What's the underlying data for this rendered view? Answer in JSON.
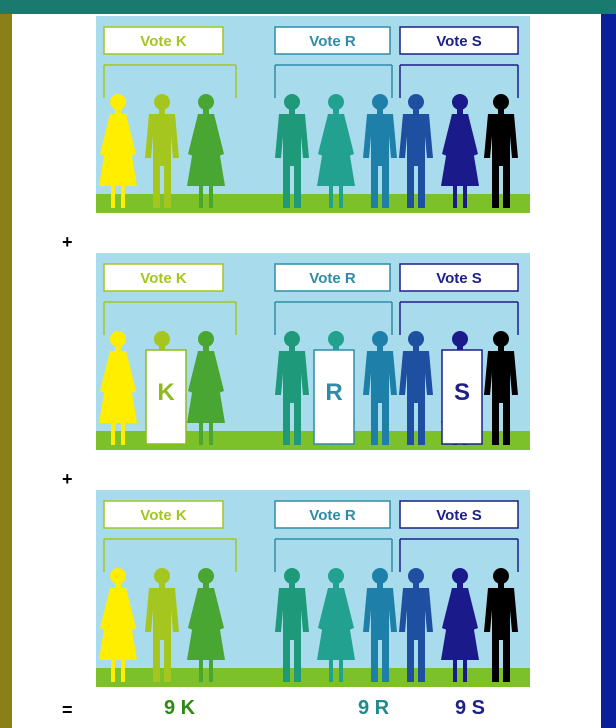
{
  "groups": [
    {
      "label": "Vote K",
      "color": "#a4c61e"
    },
    {
      "label": "Vote R",
      "color": "#2f8ca8"
    },
    {
      "label": "Vote S",
      "color": "#1d1f8a"
    }
  ],
  "panels": [
    {
      "booths": []
    },
    {
      "booths": [
        {
          "letter": "K",
          "color": "#8dbb1c"
        },
        {
          "letter": "R",
          "color": "#2f8ca8"
        },
        {
          "letter": "S",
          "color": "#1d1f8a"
        }
      ]
    },
    {
      "booths": []
    }
  ],
  "operators": [
    "+",
    "+",
    "="
  ],
  "results": [
    {
      "text": "9 K",
      "color": "#2e8a12"
    },
    {
      "text": "9 R",
      "color": "#1e8a8a"
    },
    {
      "text": "9 S",
      "color": "#1d1f8a"
    }
  ],
  "people": [
    {
      "gender": "f",
      "color": "#ffee00"
    },
    {
      "gender": "m",
      "color": "#a4c61e"
    },
    {
      "gender": "f",
      "color": "#4aa632"
    },
    {
      "gender": "m",
      "color": "#1e9a7a"
    },
    {
      "gender": "f",
      "color": "#22a090"
    },
    {
      "gender": "m",
      "color": "#1e80a8"
    },
    {
      "gender": "m",
      "color": "#1f4fa0"
    },
    {
      "gender": "f",
      "color": "#1a1a8a"
    },
    {
      "gender": "m",
      "color": "#000000"
    }
  ]
}
